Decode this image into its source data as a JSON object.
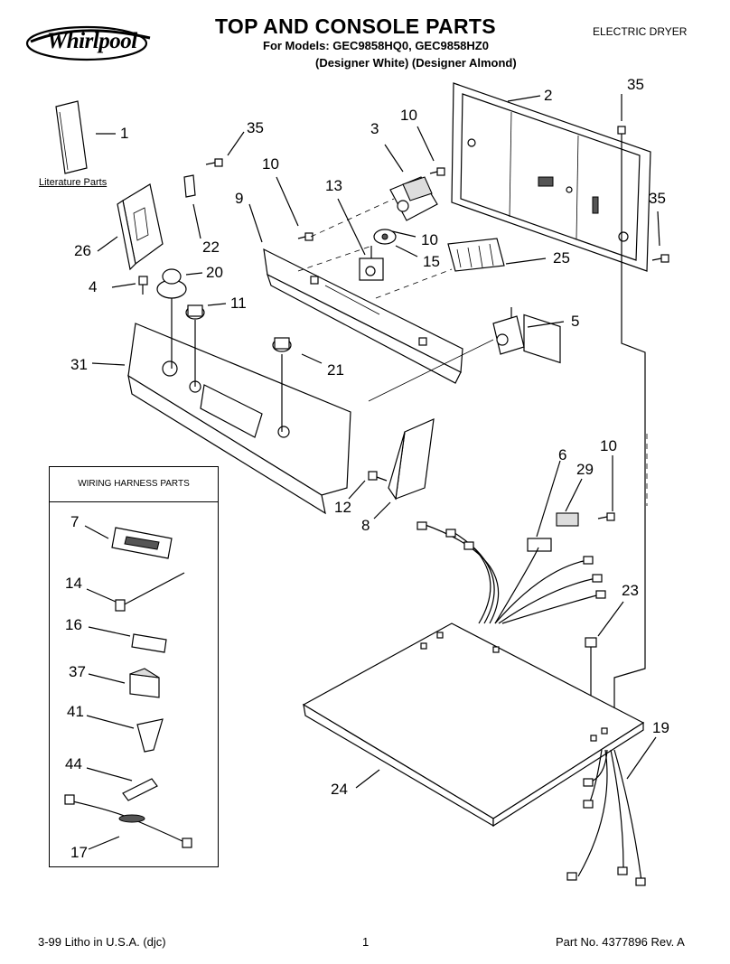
{
  "header": {
    "brand": "Whirlpool",
    "title": "TOP AND CONSOLE PARTS",
    "models": "For Models: GEC9858HQ0, GEC9858HZ0",
    "colors": "(Designer White)  (Designer Almond)",
    "product": "ELECTRIC DRYER"
  },
  "literature_label": "Literature Parts",
  "wiring_box_title": "WIRING HARNESS PARTS",
  "callouts": {
    "n1": "1",
    "n2": "2",
    "n3": "3",
    "n4": "4",
    "n5": "5",
    "n6": "6",
    "n7": "7",
    "n8": "8",
    "n9": "9",
    "n10a": "10",
    "n10b": "10",
    "n10c": "10",
    "n10d": "10",
    "n11": "11",
    "n12": "12",
    "n13": "13",
    "n14": "14",
    "n15": "15",
    "n16": "16",
    "n17": "17",
    "n19": "19",
    "n20": "20",
    "n21": "21",
    "n22": "22",
    "n23": "23",
    "n24": "24",
    "n25": "25",
    "n26": "26",
    "n29": "29",
    "n31": "31",
    "n35a": "35",
    "n35b": "35",
    "n35c": "35",
    "n37": "37",
    "n41": "41",
    "n44": "44"
  },
  "footer": {
    "left": "3-99 Litho in U.S.A. (djc)",
    "page": "1",
    "right": "Part No. 4377896 Rev. A"
  }
}
